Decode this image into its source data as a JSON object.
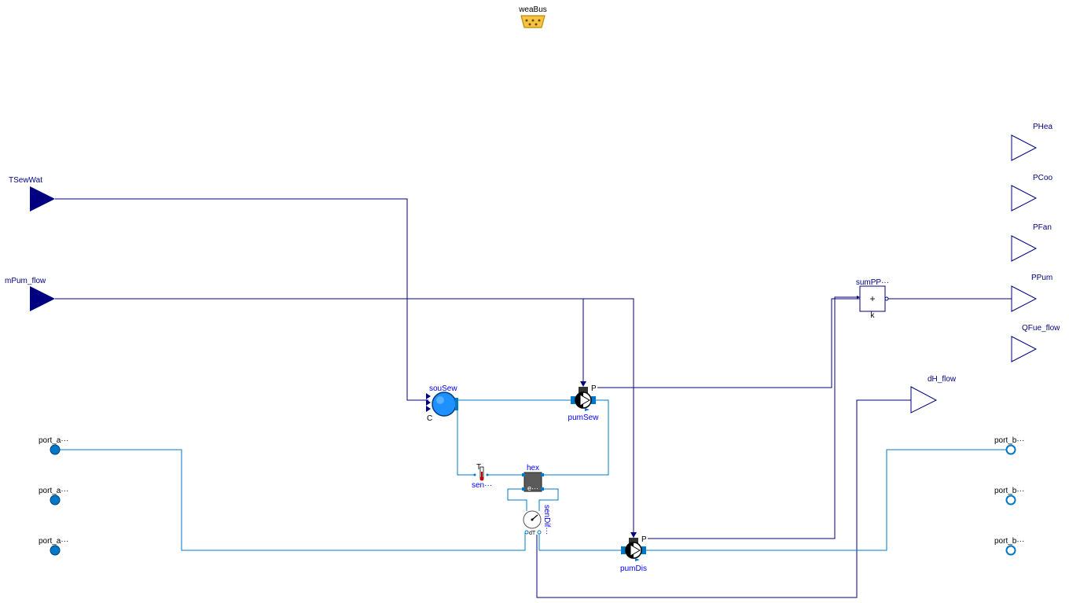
{
  "diagram": {
    "bus": {
      "label": "weaBus"
    },
    "inputs": [
      {
        "id": "TSewWat",
        "label": "TSewWat"
      },
      {
        "id": "mPum_flow",
        "label": "mPum_flow"
      }
    ],
    "outputs": [
      {
        "id": "PHea",
        "label": "PHea"
      },
      {
        "id": "PCoo",
        "label": "PCoo"
      },
      {
        "id": "PFan",
        "label": "PFan"
      },
      {
        "id": "PPum",
        "label": "PPum"
      },
      {
        "id": "QFue_flow",
        "label": "QFue_flow"
      },
      {
        "id": "dH_flow",
        "label": "dH_flow"
      }
    ],
    "ports_a": [
      "port_a···",
      "port_a···",
      "port_a···"
    ],
    "ports_b": [
      "port_b···",
      "port_b···",
      "port_b···"
    ],
    "components": {
      "souSew": {
        "label": "souSew",
        "sub": "C"
      },
      "pumSew": {
        "label": "pumSew",
        "pin": "P"
      },
      "pumDis": {
        "label": "pumDis",
        "pin": "P"
      },
      "hex": {
        "label": "hex",
        "body": "e···"
      },
      "senT": {
        "label": "sen···",
        "pin": "T"
      },
      "senDif": {
        "label": "senDif···",
        "pin": "dT"
      },
      "sumPP": {
        "label": "sumPP···",
        "sign": "+",
        "sub": "k"
      }
    },
    "colors": {
      "signal": "#000080",
      "fluid": "#0078c8",
      "label_blue": "#0000ff"
    }
  }
}
